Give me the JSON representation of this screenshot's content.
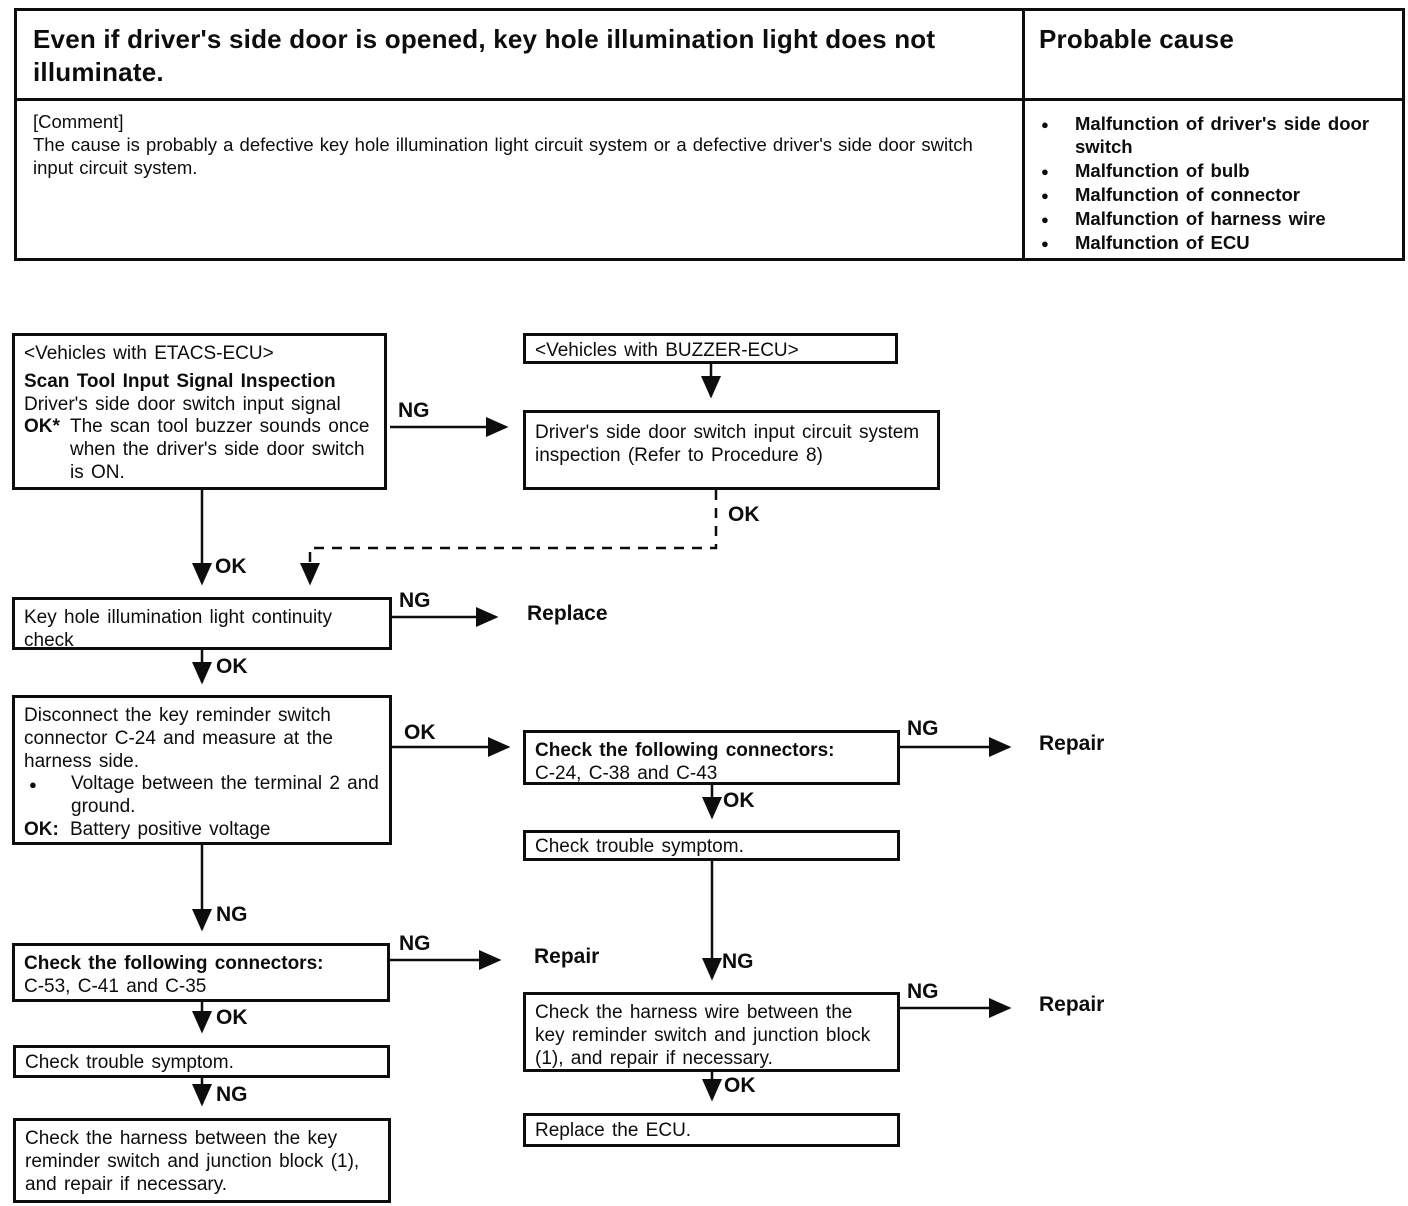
{
  "glyphs": {
    "bullet": "●"
  },
  "header": {
    "problem": "Even if driver's side door is opened, key hole illumination light does not illuminate.",
    "probable_cause_title": "Probable cause",
    "comment_tag": "[Comment]",
    "comment": "The cause is probably a defective key hole illumination light circuit system or a defective driver's side door switch input circuit system.",
    "causes": [
      "Malfunction of driver's side door switch",
      "Malfunction of bulb",
      "Malfunction of connector",
      "Malfunction of harness wire",
      "Malfunction of ECU"
    ]
  },
  "flowchart": {
    "etacs": {
      "tag": "<Vehicles with ETACS-ECU>",
      "heading": "Scan Tool Input Signal Inspection",
      "line": "Driver's side door switch input signal",
      "ok_label": "OK*",
      "ok_text": "The scan tool buzzer sounds once when the driver's side door switch is ON."
    },
    "buzzer": {
      "tag": "<Vehicles with BUZZER-ECU>"
    },
    "buzzer_inspection": "Driver's side door switch input circuit system inspection (Refer to Procedure 8)",
    "keyhole_check": "Key hole illumination light continuity check",
    "disconnect": {
      "text": "Disconnect the key reminder switch connector C-24 and measure at the harness side.",
      "bullet_text": "Voltage between the terminal 2 and ground.",
      "ok_label": "OK:",
      "ok_text": "Battery positive voltage"
    },
    "connectors_right": {
      "heading": "Check the following connectors:",
      "list": "C-24, C-38 and C-43"
    },
    "symptom_right": "Check trouble symptom.",
    "harness_right": "Check the harness wire between the key reminder switch and junction block (1), and repair if necessary.",
    "replace_ecu": "Replace the ECU.",
    "connectors_left": {
      "heading": "Check the following connectors:",
      "list": "C-53, C-41 and C-35"
    },
    "symptom_left": "Check trouble symptom.",
    "harness_left": "Check the harness between the key reminder switch and junction block (1), and repair if necessary.",
    "labels": {
      "ok": "OK",
      "ng": "NG",
      "repair": "Repair",
      "replace": "Replace"
    }
  }
}
